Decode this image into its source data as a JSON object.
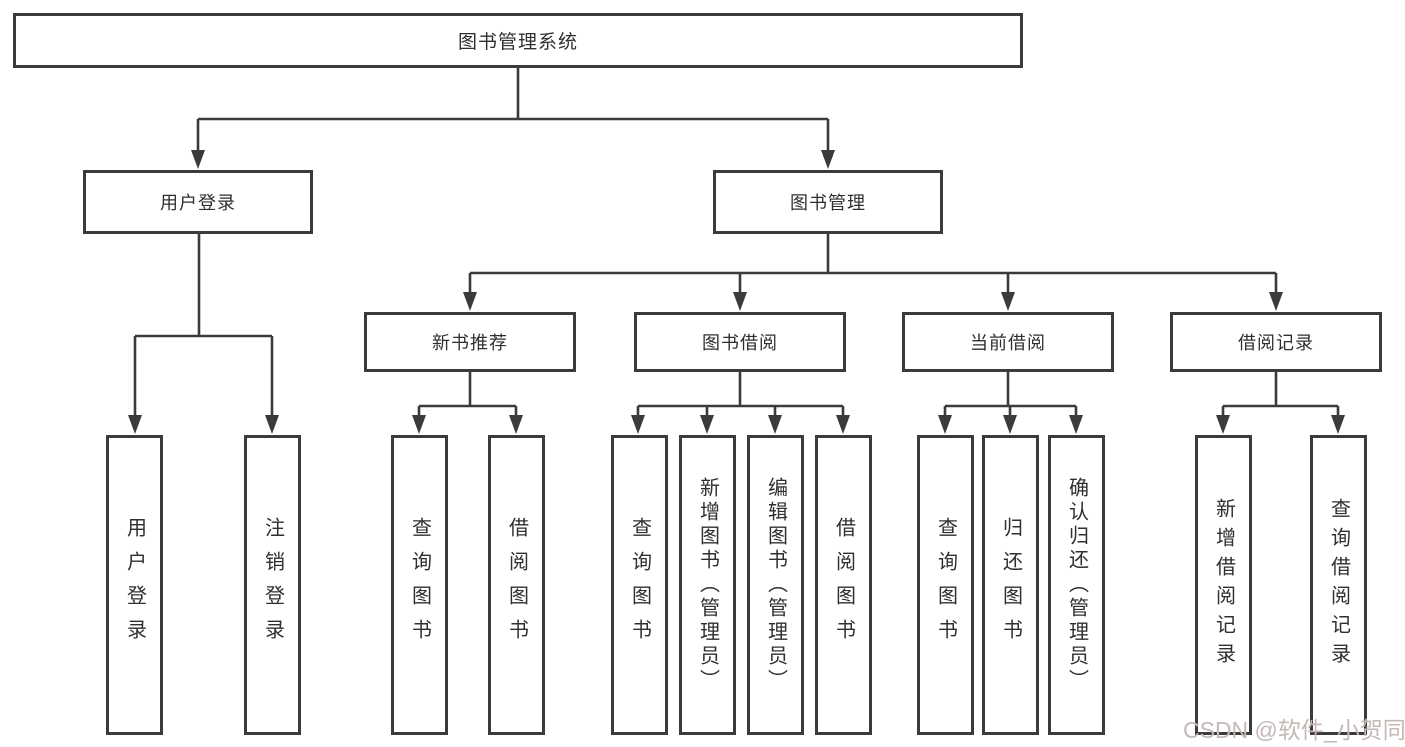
{
  "diagram": {
    "title": "图书管理系统",
    "root": {
      "label": "图书管理系统"
    },
    "level2": [
      {
        "label": "用户登录"
      },
      {
        "label": "图书管理"
      }
    ],
    "level3": [
      {
        "label": "新书推荐"
      },
      {
        "label": "图书借阅"
      },
      {
        "label": "当前借阅"
      },
      {
        "label": "借阅记录"
      }
    ],
    "leaves": {
      "user_login": [
        "用户登录",
        "注销登录"
      ],
      "new_books": [
        "查询图书",
        "借阅图书"
      ],
      "book_borrow": [
        "查询图书",
        "新增图书（管理员）",
        "编辑图书（管理员）",
        "借阅图书"
      ],
      "current_borrow": [
        "查询图书",
        "归还图书",
        "确认归还（管理员）"
      ],
      "borrow_records": [
        "新增借阅记录",
        "查询借阅记录"
      ]
    }
  },
  "watermark": {
    "text": "CSDN @软件_小贺同学",
    "color": "#c5b8b6"
  },
  "colors": {
    "line": "#3b3b3b",
    "box_border": "#3b3b3b",
    "text": "#2f2f2f",
    "background": "#ffffff"
  }
}
